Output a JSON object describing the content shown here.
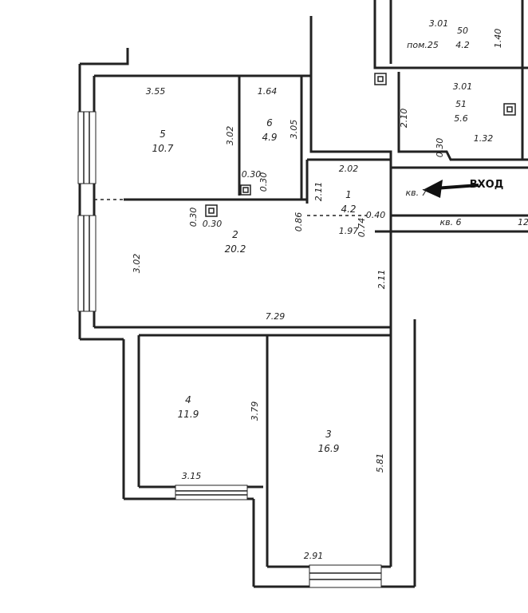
{
  "plan": {
    "entrance_label": "ВХОД",
    "rooms": [
      {
        "number": "1",
        "area": "4.2"
      },
      {
        "number": "2",
        "area": "20.2"
      },
      {
        "number": "3",
        "area": "16.9"
      },
      {
        "number": "4",
        "area": "11.9"
      },
      {
        "number": "5",
        "area": "10.7"
      },
      {
        "number": "6",
        "area": "4.9"
      }
    ],
    "neighbors": [
      {
        "number": "50",
        "area": "4.2",
        "label": "пом.25"
      },
      {
        "number": "51",
        "area": "5.6"
      }
    ],
    "apartments": [
      "кв. 7",
      "кв. 6"
    ],
    "dimensions": {
      "r5_width": "3.55",
      "r5_height": "3.02",
      "r6_width": "1.64",
      "r6_height": "3.05",
      "r2_height": "3.02",
      "r2_width": "7.29",
      "r1_width": "2.02",
      "r1_height": "2.11",
      "r1_bottom": "1.97",
      "r2_right": "2.11",
      "r4_height": "3.79",
      "r4_width": "3.15",
      "r3_height": "5.81",
      "r3_width": "2.91",
      "r50_width": "3.01",
      "r50_height": "1.40",
      "r51_width": "3.01",
      "r51_height": "2.10",
      "r51_bottom": "1.32",
      "small_030_a": "0.30",
      "small_030_b": "0.30",
      "small_030_c": "0.30",
      "small_030_d": "0.30",
      "small_030_e": "0.30",
      "door_086": "0.86",
      "door_074": "0.74",
      "door_040": "0.40",
      "partial_12": "12"
    }
  }
}
